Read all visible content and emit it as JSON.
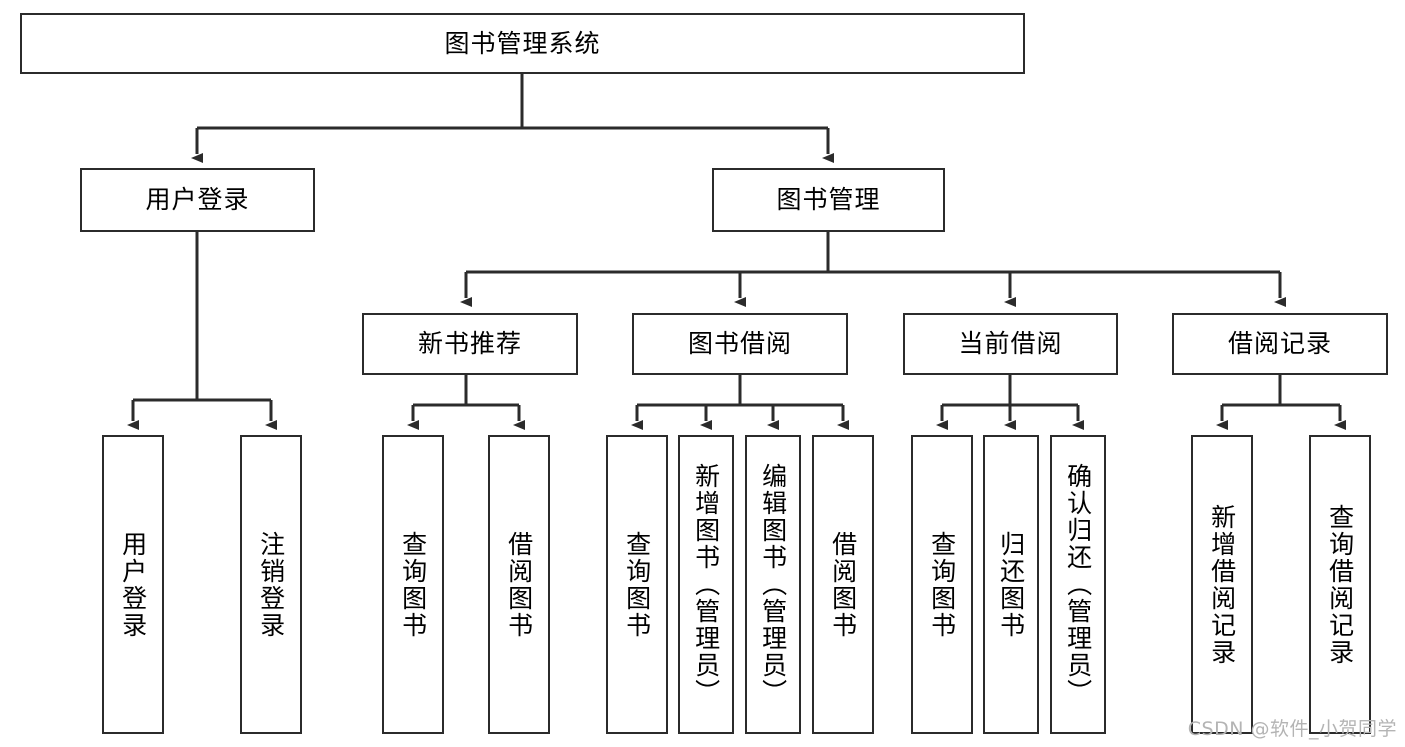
{
  "diagram": {
    "type": "hierarchy-tree",
    "title": "图书管理系统",
    "root": {
      "label": "图书管理系统"
    },
    "level2": [
      {
        "id": "user-login",
        "label": "用户登录"
      },
      {
        "id": "book-management",
        "label": "图书管理"
      }
    ],
    "level3": [
      {
        "id": "new-book-recommend",
        "label": "新书推荐",
        "parent": "book-management"
      },
      {
        "id": "book-borrow",
        "label": "图书借阅",
        "parent": "book-management"
      },
      {
        "id": "current-borrow",
        "label": "当前借阅",
        "parent": "book-management"
      },
      {
        "id": "borrow-record",
        "label": "借阅记录",
        "parent": "book-management"
      }
    ],
    "leaves": [
      {
        "id": "leaf-user-login",
        "label": "用户登录",
        "parent": "user-login"
      },
      {
        "id": "leaf-logout-login",
        "label": "注销登录",
        "parent": "user-login"
      },
      {
        "id": "leaf-query-book-1",
        "label": "查询图书",
        "parent": "new-book-recommend"
      },
      {
        "id": "leaf-borrow-book-1",
        "label": "借阅图书",
        "parent": "new-book-recommend"
      },
      {
        "id": "leaf-query-book-2",
        "label": "查询图书",
        "parent": "book-borrow"
      },
      {
        "id": "leaf-add-book",
        "label": "新增图书（管理员）",
        "parent": "book-borrow"
      },
      {
        "id": "leaf-edit-book",
        "label": "编辑图书（管理员）",
        "parent": "book-borrow"
      },
      {
        "id": "leaf-borrow-book-2",
        "label": "借阅图书",
        "parent": "book-borrow"
      },
      {
        "id": "leaf-query-book-3",
        "label": "查询图书",
        "parent": "current-borrow"
      },
      {
        "id": "leaf-return-book",
        "label": "归还图书",
        "parent": "current-borrow"
      },
      {
        "id": "leaf-confirm-return",
        "label": "确认归还（管理员）",
        "parent": "current-borrow"
      },
      {
        "id": "leaf-add-record",
        "label": "新增借阅记录",
        "parent": "borrow-record"
      },
      {
        "id": "leaf-query-record",
        "label": "查询借阅记录",
        "parent": "borrow-record"
      }
    ],
    "colors": {
      "stroke": "#2b2b2b",
      "fill": "#ffffff",
      "text": "#000000",
      "watermark": "#b4b4b4"
    }
  },
  "watermark": {
    "text": "CSDN @软件_小贺同学"
  }
}
